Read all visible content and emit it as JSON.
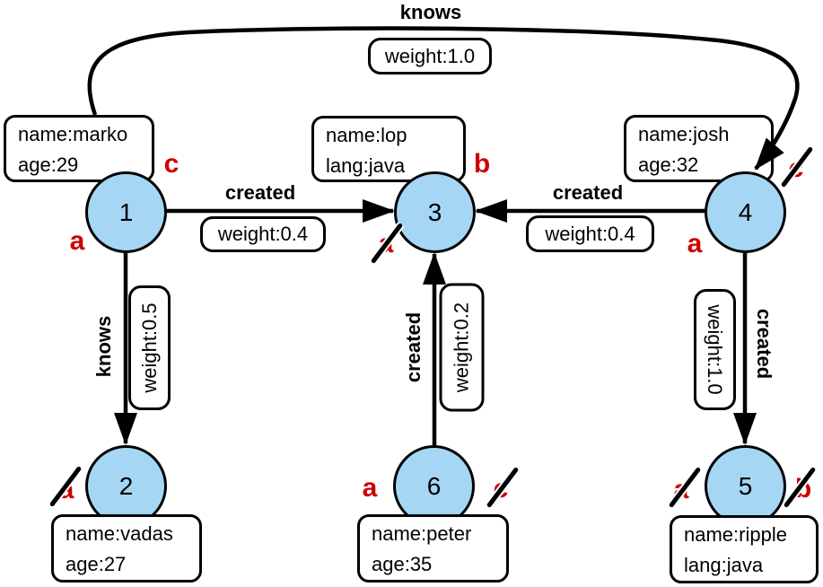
{
  "diagram_title": "property graph (modern) with step markers",
  "colors": {
    "node_fill": "#a5d7f5",
    "marker_red": "#cc0000",
    "edge": "#000000",
    "background": "#ffffff"
  },
  "nodes": [
    {
      "id": "1",
      "props": [
        "name:marko",
        "age:29"
      ]
    },
    {
      "id": "2",
      "props": [
        "name:vadas",
        "age:27"
      ]
    },
    {
      "id": "3",
      "props": [
        "name:lop",
        "lang:java"
      ]
    },
    {
      "id": "4",
      "props": [
        "name:josh",
        "age:32"
      ]
    },
    {
      "id": "5",
      "props": [
        "name:ripple",
        "lang:java"
      ]
    },
    {
      "id": "6",
      "props": [
        "name:peter",
        "age:35"
      ]
    }
  ],
  "edges": [
    {
      "from": "1",
      "to": "4",
      "label": "knows",
      "weight": "weight:1.0"
    },
    {
      "from": "1",
      "to": "3",
      "label": "created",
      "weight": "weight:0.4"
    },
    {
      "from": "4",
      "to": "3",
      "label": "created",
      "weight": "weight:0.4"
    },
    {
      "from": "1",
      "to": "2",
      "label": "knows",
      "weight": "weight:0.5"
    },
    {
      "from": "6",
      "to": "3",
      "label": "created",
      "weight": "weight:0.2"
    },
    {
      "from": "4",
      "to": "5",
      "label": "created",
      "weight": "weight:1.0"
    }
  ],
  "markers": [
    {
      "letter": "c",
      "node": "1",
      "slashed": false
    },
    {
      "letter": "a",
      "node": "1",
      "slashed": false
    },
    {
      "letter": "a",
      "node": "3",
      "slashed": true
    },
    {
      "letter": "b",
      "node": "3",
      "slashed": false
    },
    {
      "letter": "c",
      "node": "4",
      "slashed": true
    },
    {
      "letter": "a",
      "node": "4",
      "slashed": false
    },
    {
      "letter": "a",
      "node": "2",
      "slashed": true
    },
    {
      "letter": "a",
      "node": "6",
      "slashed": false
    },
    {
      "letter": "c",
      "node": "6",
      "slashed": true
    },
    {
      "letter": "a",
      "node": "5",
      "slashed": true
    },
    {
      "letter": "b",
      "node": "5",
      "slashed": true
    }
  ]
}
